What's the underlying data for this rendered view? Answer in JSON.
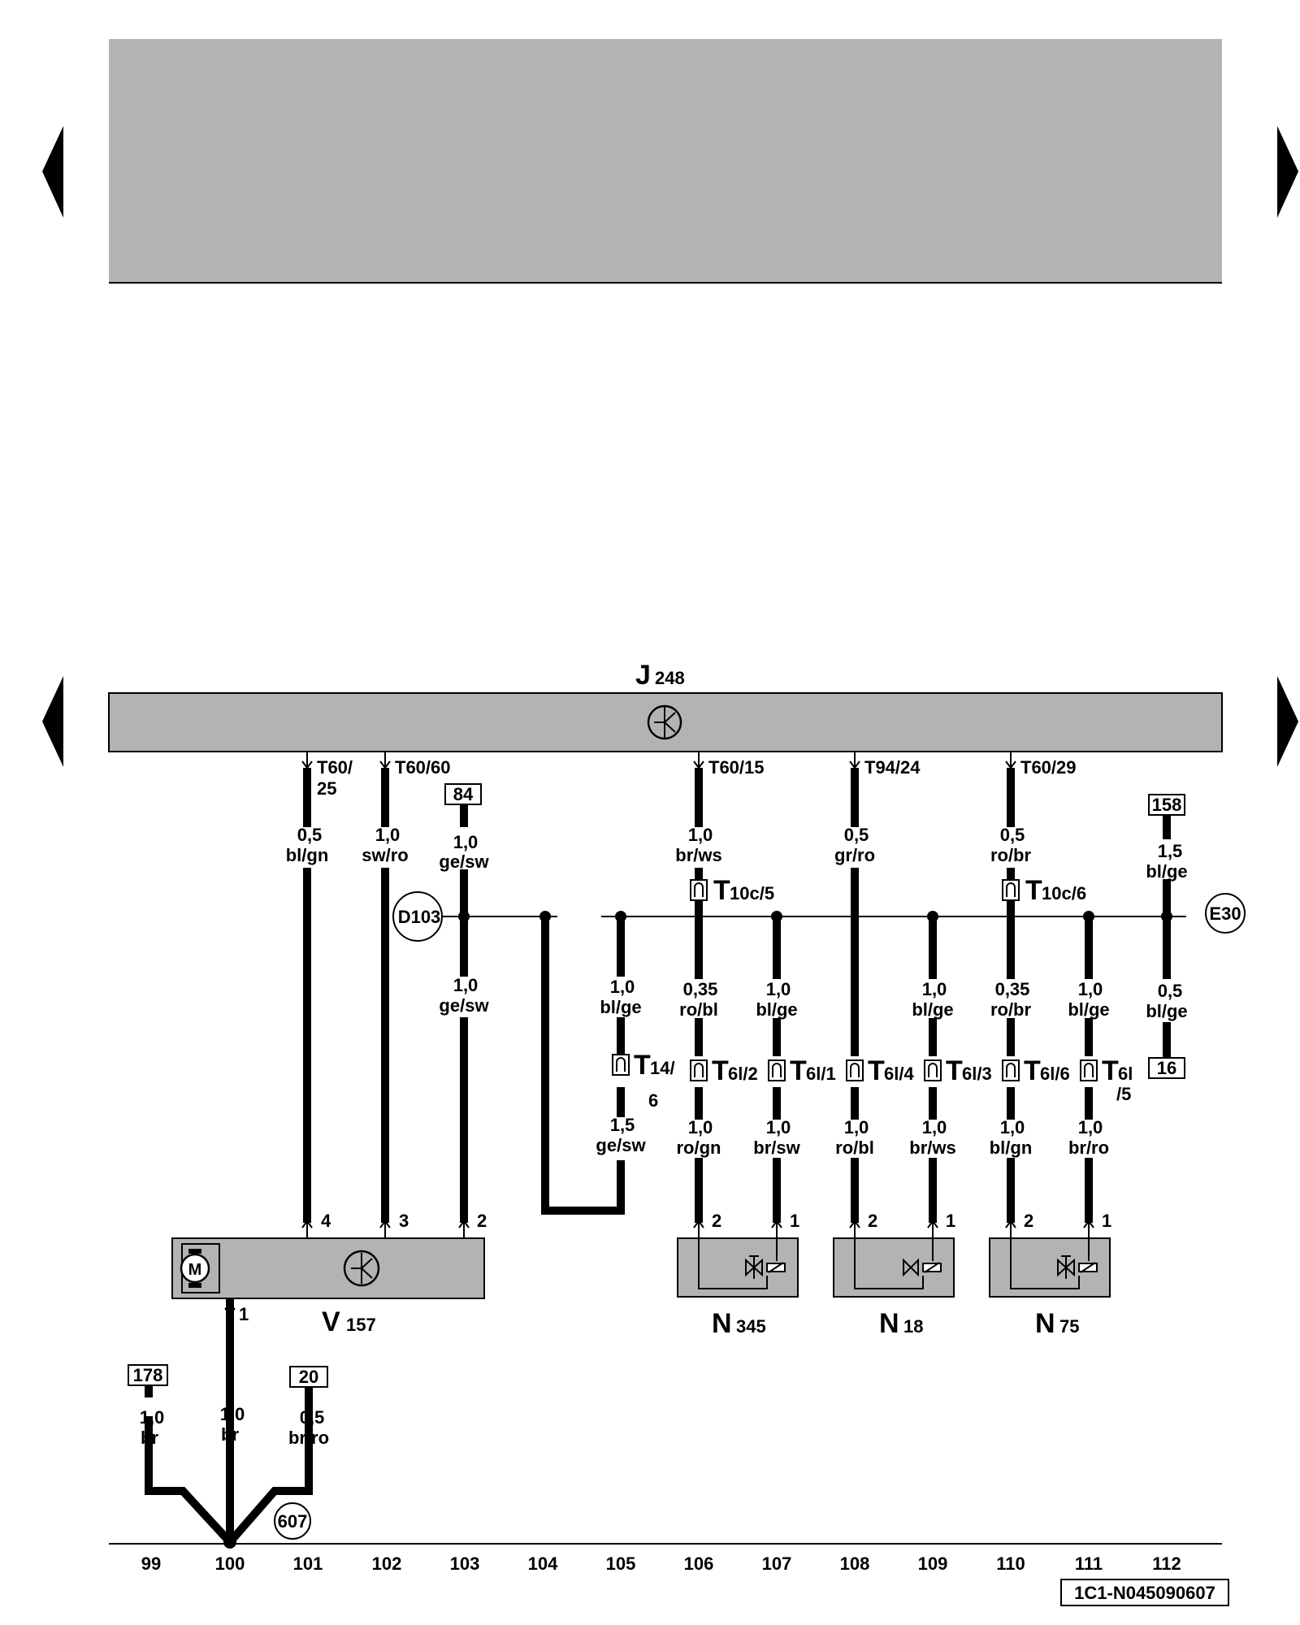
{
  "components": {
    "control_unit": {
      "code": "J",
      "sub": "248"
    },
    "pump": {
      "code": "V",
      "sub": "157"
    },
    "valve_1": {
      "code": "N",
      "sub": "345"
    },
    "valve_2": {
      "code": "N",
      "sub": "18"
    },
    "valve_3": {
      "code": "N",
      "sub": "75"
    }
  },
  "pins": {
    "t60_25_a": "T60/",
    "t60_25_b": "25",
    "t60_60": "T60/60",
    "t60_15": "T60/15",
    "t94_24": "T94/24",
    "t60_29": "T60/29"
  },
  "refs": {
    "r84": "84",
    "r158": "158",
    "r16": "16",
    "r178": "178",
    "r20": "20"
  },
  "circles": {
    "d103": "D103",
    "e30": "E30",
    "g607": "607"
  },
  "connectors": {
    "t10c5": {
      "code": "T",
      "sub": "10c/5"
    },
    "t10c6": {
      "code": "T",
      "sub": "10c/6"
    },
    "t14_6": {
      "code": "T",
      "sub": "14/",
      "extra": "6"
    },
    "t6l2": {
      "code": "T",
      "sub": "6l/2"
    },
    "t6l1": {
      "code": "T",
      "sub": "6l/1"
    },
    "t6l4": {
      "code": "T",
      "sub": "6l/4"
    },
    "t6l3": {
      "code": "T",
      "sub": "6l/3"
    },
    "t6l6": {
      "code": "T",
      "sub": "6l/6"
    },
    "t6l5": {
      "code": "T",
      "sub": "6l",
      "extra": "/5"
    }
  },
  "wires": {
    "w_102a": [
      "0,5",
      "bl/gn"
    ],
    "w_103a": [
      "1,0",
      "sw/ro"
    ],
    "w_84": [
      "1,0",
      "ge/sw"
    ],
    "w_84b": [
      "1,0",
      "ge/sw"
    ],
    "w_106a": [
      "1,0",
      "br/ws"
    ],
    "w_108a": [
      "0,5",
      "gr/ro"
    ],
    "w_110a": [
      "0,5",
      "ro/br"
    ],
    "w_158": [
      "1,5",
      "bl/ge"
    ],
    "w_158b": [
      "0,5",
      "bl/ge"
    ],
    "w_105a": [
      "1,0",
      "bl/ge"
    ],
    "w_105b": [
      "1,5",
      "ge/sw"
    ],
    "w_106b": [
      "0,35",
      "ro/bl"
    ],
    "w_107a": [
      "1,0",
      "bl/ge"
    ],
    "w_109a": [
      "1,0",
      "bl/ge"
    ],
    "w_110b": [
      "0,35",
      "ro/br"
    ],
    "w_111a": [
      "1,0",
      "bl/ge"
    ],
    "w_106c": [
      "1,0",
      "ro/gn"
    ],
    "w_107c": [
      "1,0",
      "br/sw"
    ],
    "w_108c": [
      "1,0",
      "ro/bl"
    ],
    "w_109c": [
      "1,0",
      "br/ws"
    ],
    "w_110c": [
      "1,0",
      "bl/gn"
    ],
    "w_111c": [
      "1,0",
      "br/ro"
    ],
    "w_178": [
      "1,0",
      "br"
    ],
    "w_101": [
      "1,0",
      "br"
    ],
    "w_20": [
      "0,5",
      "br/ro"
    ]
  },
  "pin_numbers": {
    "v4": "4",
    "v3": "3",
    "v2": "2",
    "v1": "1",
    "n345_2": "2",
    "n345_1": "1",
    "n18_2": "2",
    "n18_1": "1",
    "n75_2": "2",
    "n75_1": "1"
  },
  "track_numbers": [
    "99",
    "100",
    "101",
    "102",
    "103",
    "104",
    "105",
    "106",
    "107",
    "108",
    "109",
    "110",
    "111",
    "112"
  ],
  "diagram_id": "1C1-N045090607",
  "colors": {
    "component_fill": "#b3b3b3",
    "line": "#000000",
    "background": "#ffffff"
  }
}
